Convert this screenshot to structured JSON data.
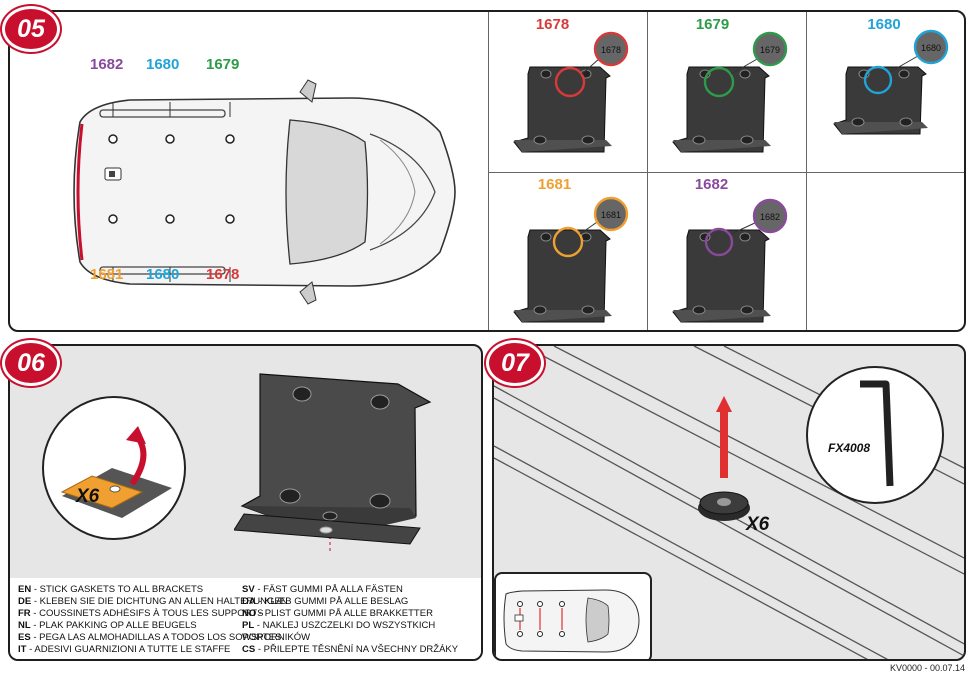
{
  "steps": {
    "s05": "05",
    "s06": "06",
    "s07": "07"
  },
  "colors": {
    "red": "#d83a3a",
    "green": "#2e9b4a",
    "blue": "#22a3d6",
    "orange": "#f0a030",
    "purple": "#8a4a9c",
    "badge": "#c8102e"
  },
  "car_labels": {
    "top_left": "1682",
    "top_mid": "1680",
    "top_right": "1679",
    "bottom_left": "1681",
    "bottom_mid": "1680",
    "bottom_right": "1678"
  },
  "brackets": [
    {
      "label": "1678",
      "stamp": "1678"
    },
    {
      "label": "1679",
      "stamp": "1679"
    },
    {
      "label": "1680",
      "stamp": "1680"
    },
    {
      "label": "1681",
      "stamp": "1681"
    },
    {
      "label": "1682",
      "stamp": "1682"
    }
  ],
  "step06": {
    "quantity": "X6"
  },
  "step07": {
    "quantity": "X6",
    "tool": "FX4008"
  },
  "legend": {
    "left": [
      {
        "code": "EN",
        "text": " - STICK GASKETS TO ALL BRACKETS"
      },
      {
        "code": "DE",
        "text": " - KLEBEN SIE DIE DICHTUNG AN ALLEN HALTERUNGEN"
      },
      {
        "code": "FR",
        "text": " - COUSSINETS ADHÉSIFS À TOUS LES SUPPORTS"
      },
      {
        "code": "NL",
        "text": " - PLAK PAKKING OP ALLE BEUGELS"
      },
      {
        "code": "ES",
        "text": " - PEGA LAS ALMOHADILLAS A TODOS LOS SOPORTES"
      },
      {
        "code": "IT",
        "text": " - ADESIVI GUARNIZIONI A TUTTE LE STAFFE"
      }
    ],
    "right": [
      {
        "code": "SV",
        "text": " - FÄST GUMMI PÅ ALLA FÄSTEN"
      },
      {
        "code": "DA",
        "text": " - KLÆB GUMMI PÅ ALLE BESLAG"
      },
      {
        "code": "NO",
        "text": " - PLIST GUMMI PÅ ALLE BRAKKETTER"
      },
      {
        "code": "PL",
        "text": " - NAKLEJ USZCZELKI DO WSZYSTKICH WSPORNIKÓW"
      },
      {
        "code": "CS",
        "text": " - PŘILEPTE TĚSNĚNÍ NA VŠECHNY DRŽÁKY"
      }
    ]
  },
  "footer": "KV0000 - 00.07.14"
}
